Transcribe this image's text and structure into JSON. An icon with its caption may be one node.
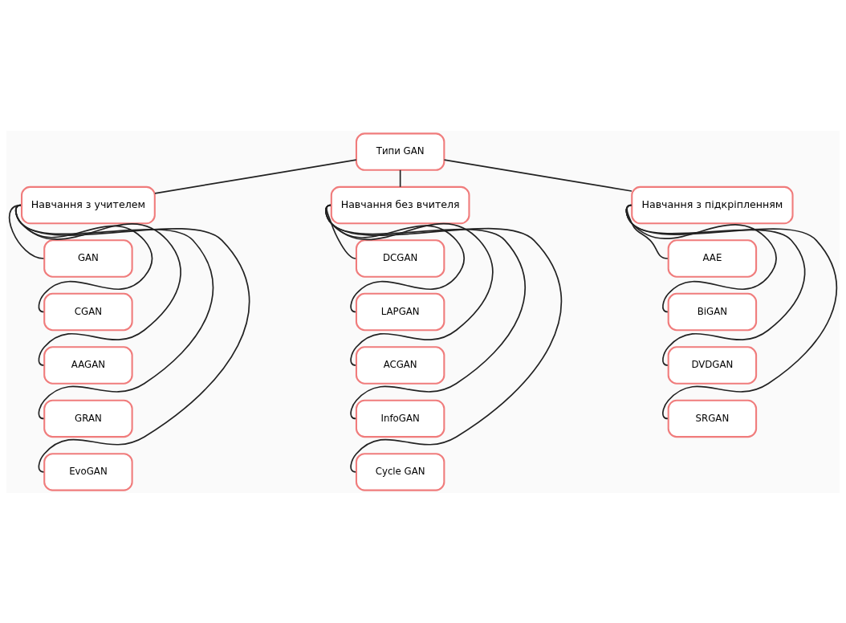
{
  "diagram": {
    "nodes": [
      {
        "text": [
          "Типи GAN"
        ]
      },
      {
        "text": [
          "Навчання з учителем"
        ]
      },
      {
        "text": [
          "Навчання без вчителя"
        ]
      },
      {
        "text": [
          "Навчання з підкріпленням"
        ]
      },
      {
        "text": [
          "GAN"
        ]
      },
      {
        "text": [
          "CGAN"
        ]
      },
      {
        "text": [
          "AAGAN"
        ]
      },
      {
        "text": [
          "GRAN"
        ]
      },
      {
        "text": [
          "EvoGAN"
        ]
      },
      {
        "text": [
          "DCGAN"
        ]
      },
      {
        "text": [
          "LAPGAN"
        ]
      },
      {
        "text": [
          "ACGAN"
        ]
      },
      {
        "text": [
          "InfoGAN"
        ]
      },
      {
        "text": [
          "Cycle GAN"
        ]
      },
      {
        "text": [
          "AAE"
        ]
      },
      {
        "text": [
          "BiGAN"
        ]
      },
      {
        "text": [
          "DVDGAN"
        ]
      },
      {
        "text": [
          "SRGAN"
        ]
      }
    ],
    "edges": [
      {
        "from": 0,
        "to": 1,
        "arrow": "none"
      },
      {
        "from": 0,
        "to": 2,
        "arrow": "none"
      },
      {
        "from": 0,
        "to": 3,
        "arrow": "none"
      },
      {
        "from": 1,
        "to": 4,
        "arrow": "none"
      },
      {
        "from": 1,
        "to": 5,
        "arrow": "none"
      },
      {
        "from": 1,
        "to": 6,
        "arrow": "none"
      },
      {
        "from": 1,
        "to": 7,
        "arrow": "none"
      },
      {
        "from": 1,
        "to": 8,
        "arrow": "none"
      },
      {
        "from": 2,
        "to": 9,
        "arrow": "none"
      },
      {
        "from": 2,
        "to": 10,
        "arrow": "none"
      },
      {
        "from": 2,
        "to": 11,
        "arrow": "none"
      },
      {
        "from": 2,
        "to": 12,
        "arrow": "none"
      },
      {
        "from": 2,
        "to": 13,
        "arrow": "none"
      },
      {
        "from": 3,
        "to": 14,
        "arrow": "none"
      },
      {
        "from": 3,
        "to": 15,
        "arrow": "none"
      },
      {
        "from": 3,
        "to": 16,
        "arrow": "none"
      },
      {
        "from": 3,
        "to": 17,
        "arrow": "none"
      }
    ]
  }
}
